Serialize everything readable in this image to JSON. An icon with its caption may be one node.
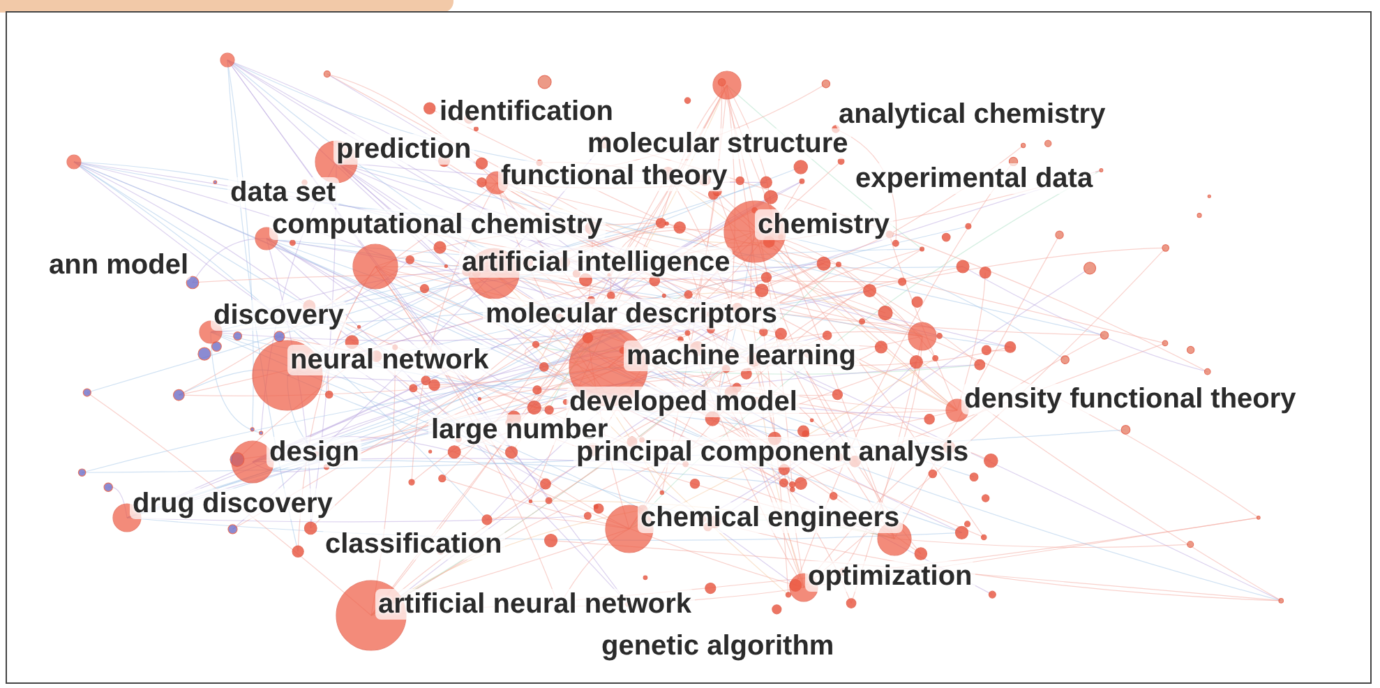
{
  "diagram": {
    "labels": [
      "identification",
      "analytical chemistry",
      "prediction",
      "molecular structure",
      "functional theory",
      "experimental data",
      "data set",
      "computational chemistry",
      "chemistry",
      "ann model",
      "artificial intelligence",
      "discovery",
      "molecular descriptors",
      "neural network",
      "machine learning",
      "developed model",
      "density functional theory",
      "large number",
      "design",
      "principal component analysis",
      "drug discovery",
      "chemical engineers",
      "classification",
      "optimization",
      "artificial neural network",
      "genetic algorithm"
    ]
  }
}
